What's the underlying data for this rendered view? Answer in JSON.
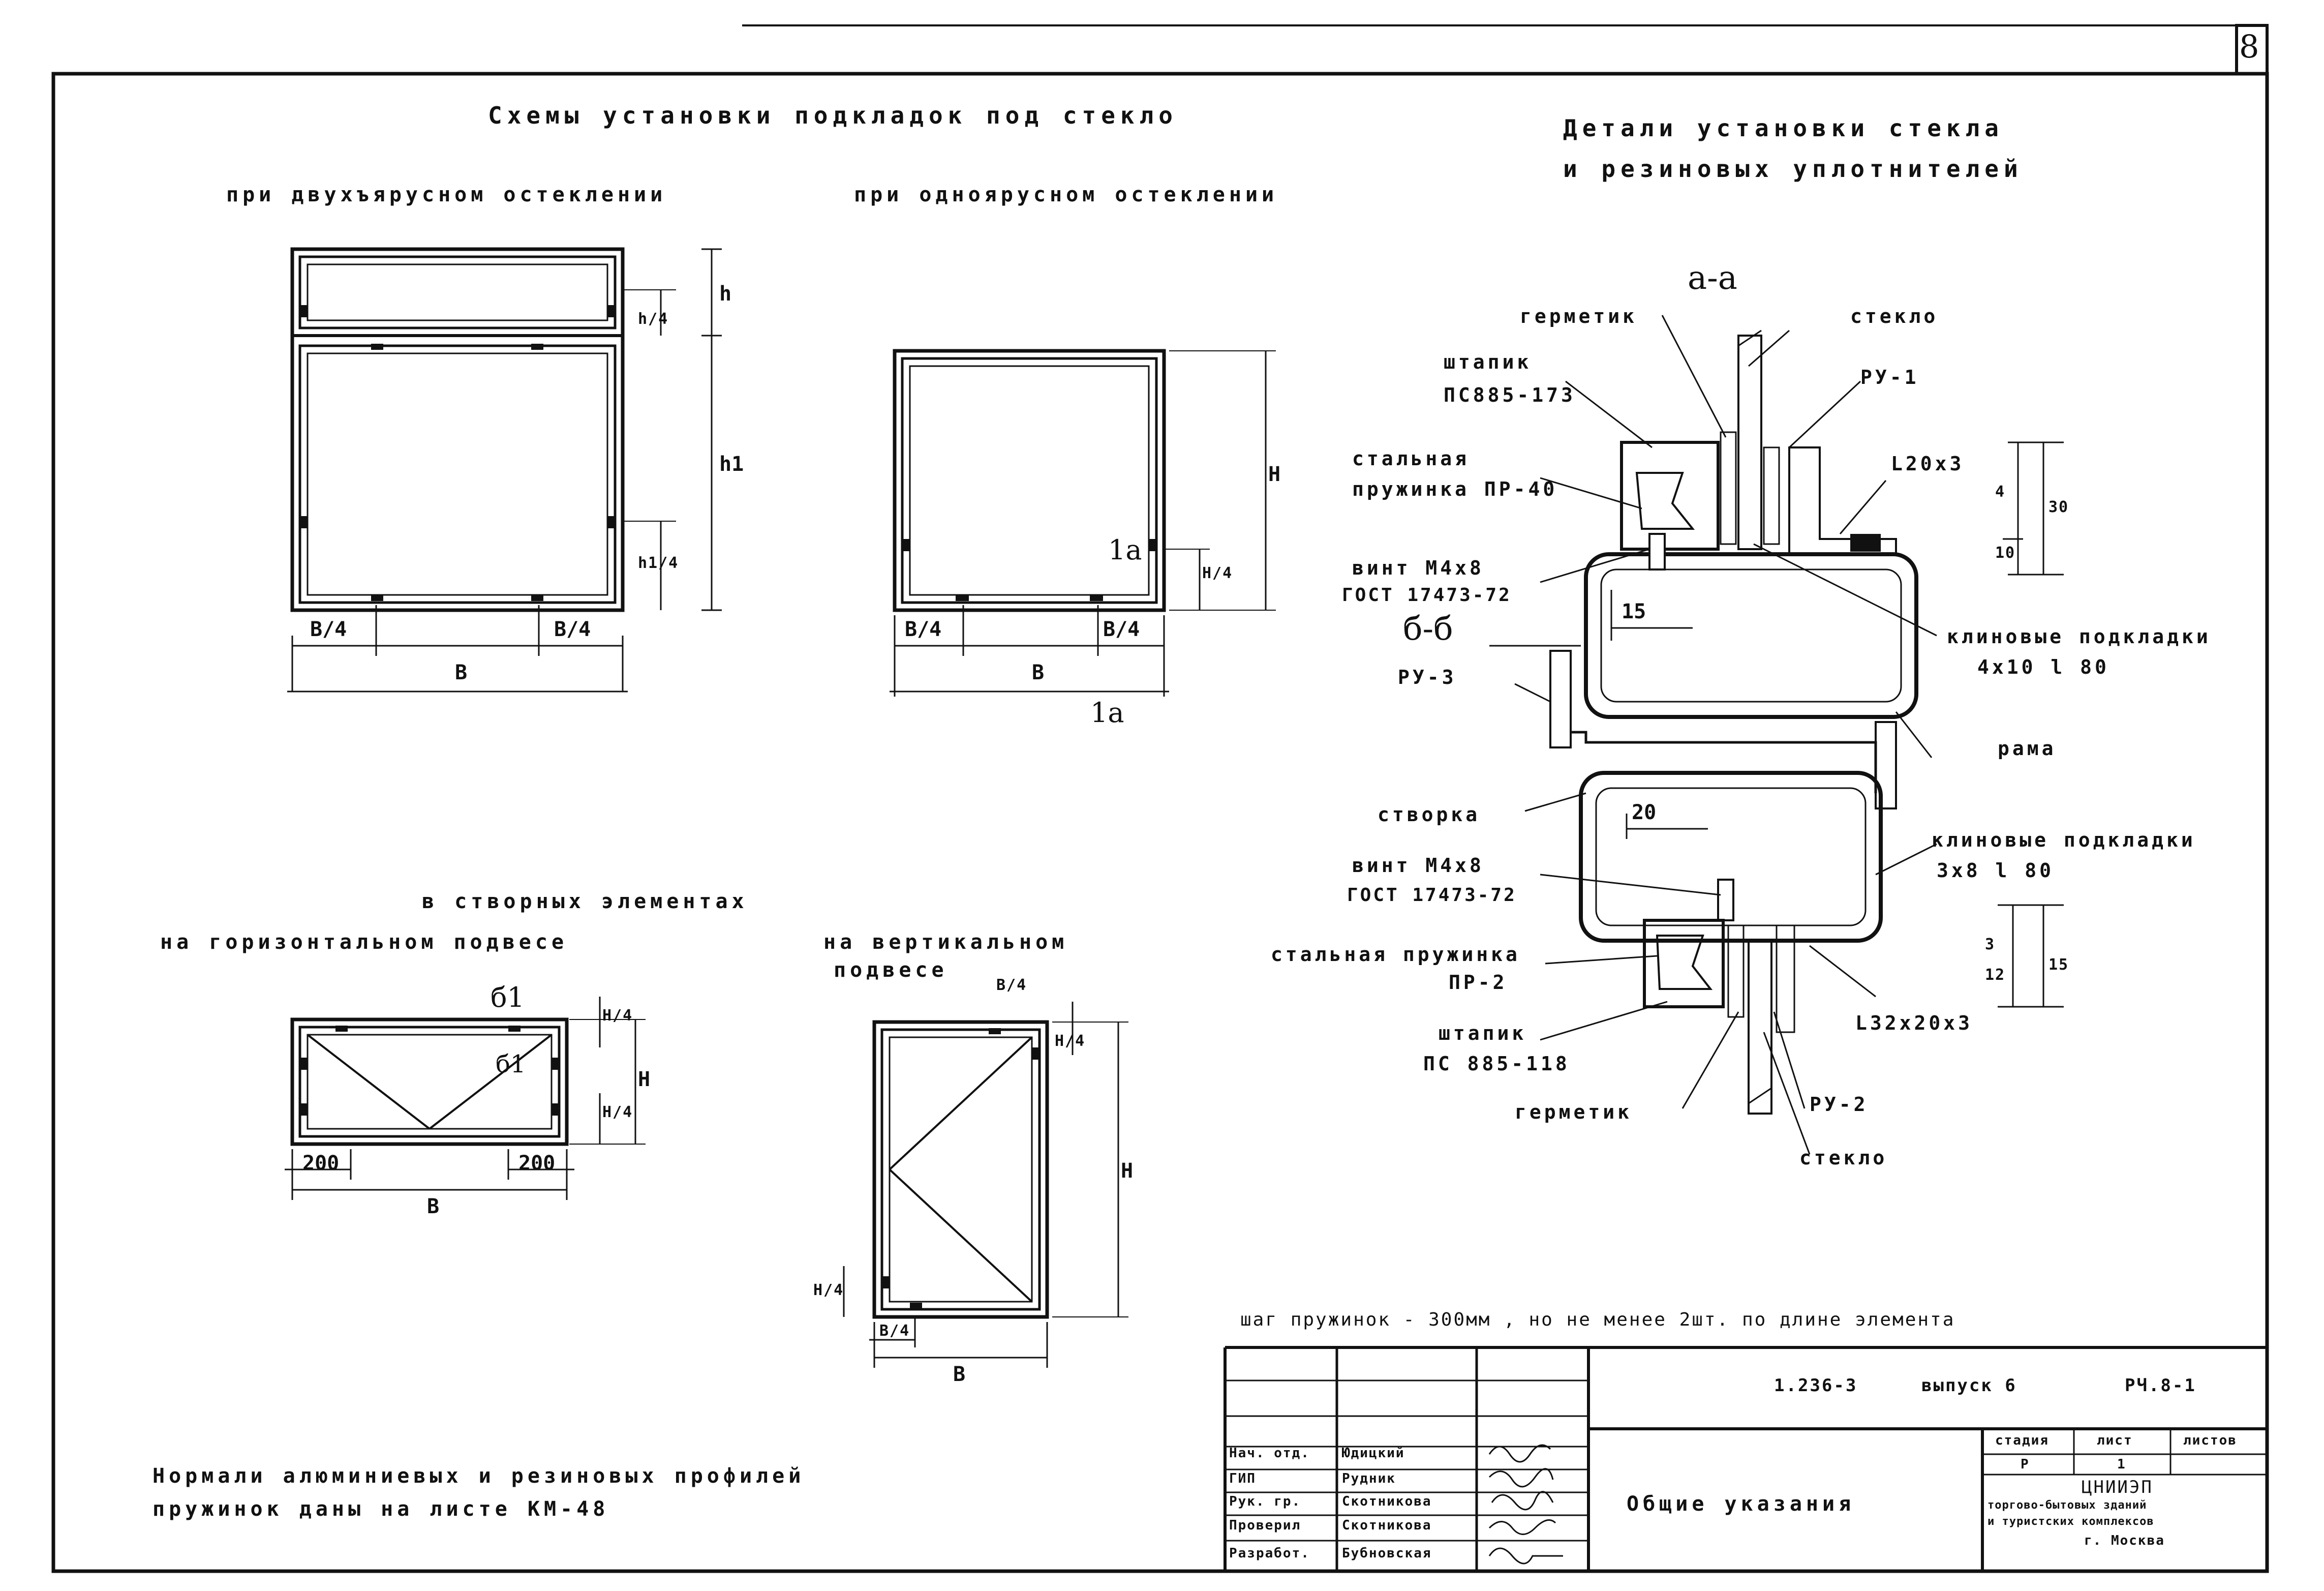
{
  "sheet": {
    "number": "8",
    "code": "1.236-3",
    "issue": "выпуск 6",
    "sheet_code": "РЧ.8-1",
    "title": "Общие указания",
    "organization": "ЦНИИЭП",
    "org_line1": "торгово-бытовых зданий",
    "org_line2": "и туристских комплексов",
    "city": "г. Москва",
    "stage_header": "стадия",
    "list_header": "лист",
    "lists_header": "листов",
    "stage_value": "Р",
    "list_value": "1"
  },
  "signatures": [
    {
      "role": "Нач. отд.",
      "name": "Юдицкий"
    },
    {
      "role": "ГИП",
      "name": "Рудник"
    },
    {
      "role": "Рук. гр.",
      "name": "Скотникова"
    },
    {
      "role": "Проверил",
      "name": "Скотникова"
    },
    {
      "role": "Разработ.",
      "name": "Бубновская"
    }
  ],
  "headings": {
    "schemes": "Схемы установки подкладок под стекло",
    "two_tier": "при двухъярусном остеклении",
    "one_tier": "при одноярусном остеклении",
    "details_line1": "Детали установки стекла",
    "details_line2": "и резиновых уплотнителей",
    "sash": "в створных элементах",
    "horizontal": "на горизонтальном подвесе",
    "vertical_line1": "на вертикальном",
    "vertical_line2": "подвесе"
  },
  "labels": {
    "germetik": "герметик",
    "steklo": "стекло",
    "ru1": "РУ-1",
    "ru2": "РУ-2",
    "ru3": "РУ-3",
    "shtapik": "штапик",
    "pc173": "ПС885-173",
    "pc118": "ПС 885-118",
    "stal1": "стальная",
    "stal2": "пружинка ПР-40",
    "stal_spring": "стальная пружинка",
    "pr2": "ПР-2",
    "vint": "винт М4х8",
    "gost": "ГОСТ 17473-72",
    "l20": "L20х3",
    "l32": "L32х20х3",
    "klin1": "клиновые подкладки",
    "klin1_size": "4х10  l 80",
    "klin2": "клиновые подкладки",
    "klin2_size": "3х8   l 80",
    "rama": "рама",
    "stvorka": "створка",
    "section_aa": "а-а",
    "section_bb": "б-б",
    "section_b1": "б1",
    "note_star": "шаг пружинок - 300мм , но не менее 2шт. по длине элемента",
    "footnote_line1": "Нормали алюминиевых и резиновых профилей",
    "footnote_line2": "пружинок даны на листе КМ-48"
  },
  "dims": {
    "b4": "В/4",
    "b": "В",
    "h": "h",
    "h1": "h1",
    "h4": "h/4",
    "h14": "h1/4",
    "H": "Н",
    "H4": "Н/4",
    "la": "1а",
    "d200": "200",
    "d15": "15",
    "d20": "20",
    "d12": "12",
    "d3": "3",
    "d10": "10",
    "d4": "4",
    "d30": "30"
  }
}
